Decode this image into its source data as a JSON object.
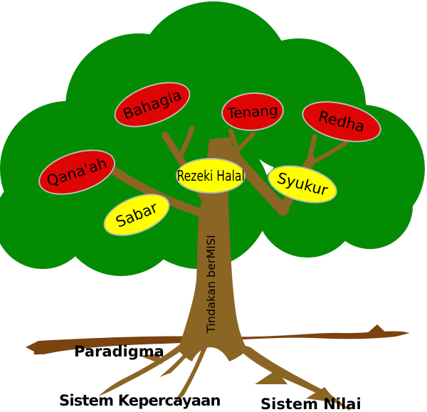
{
  "colors": {
    "canopy_green": "#048b04",
    "trunk_brown": "#8a6524",
    "ground_brown": "#7a430f",
    "fruit_red": "#e00505",
    "fruit_yellow": "#ffff00",
    "fruit_outline": "#b9bdb1",
    "text": "#000000"
  },
  "fruits": [
    {
      "id": "bahagia",
      "label": "Bahagia",
      "color": "red"
    },
    {
      "id": "qanaah",
      "label": "Qana'ah",
      "color": "red"
    },
    {
      "id": "tenang",
      "label": "Tenang",
      "color": "red"
    },
    {
      "id": "redha",
      "label": "Redha",
      "color": "red"
    },
    {
      "id": "rezeki-halal",
      "label": "Rezeki Halal",
      "color": "yellow"
    },
    {
      "id": "syukur",
      "label": "Syukur",
      "color": "yellow"
    },
    {
      "id": "sabar",
      "label": "Sabar",
      "color": "yellow"
    }
  ],
  "trunk": {
    "label": "Tindakan berMISI"
  },
  "ground_labels": {
    "paradigma": "Paradigma",
    "kepercayaan": "Sistem Kepercayaan",
    "nilai": "Sistem Nilai"
  }
}
